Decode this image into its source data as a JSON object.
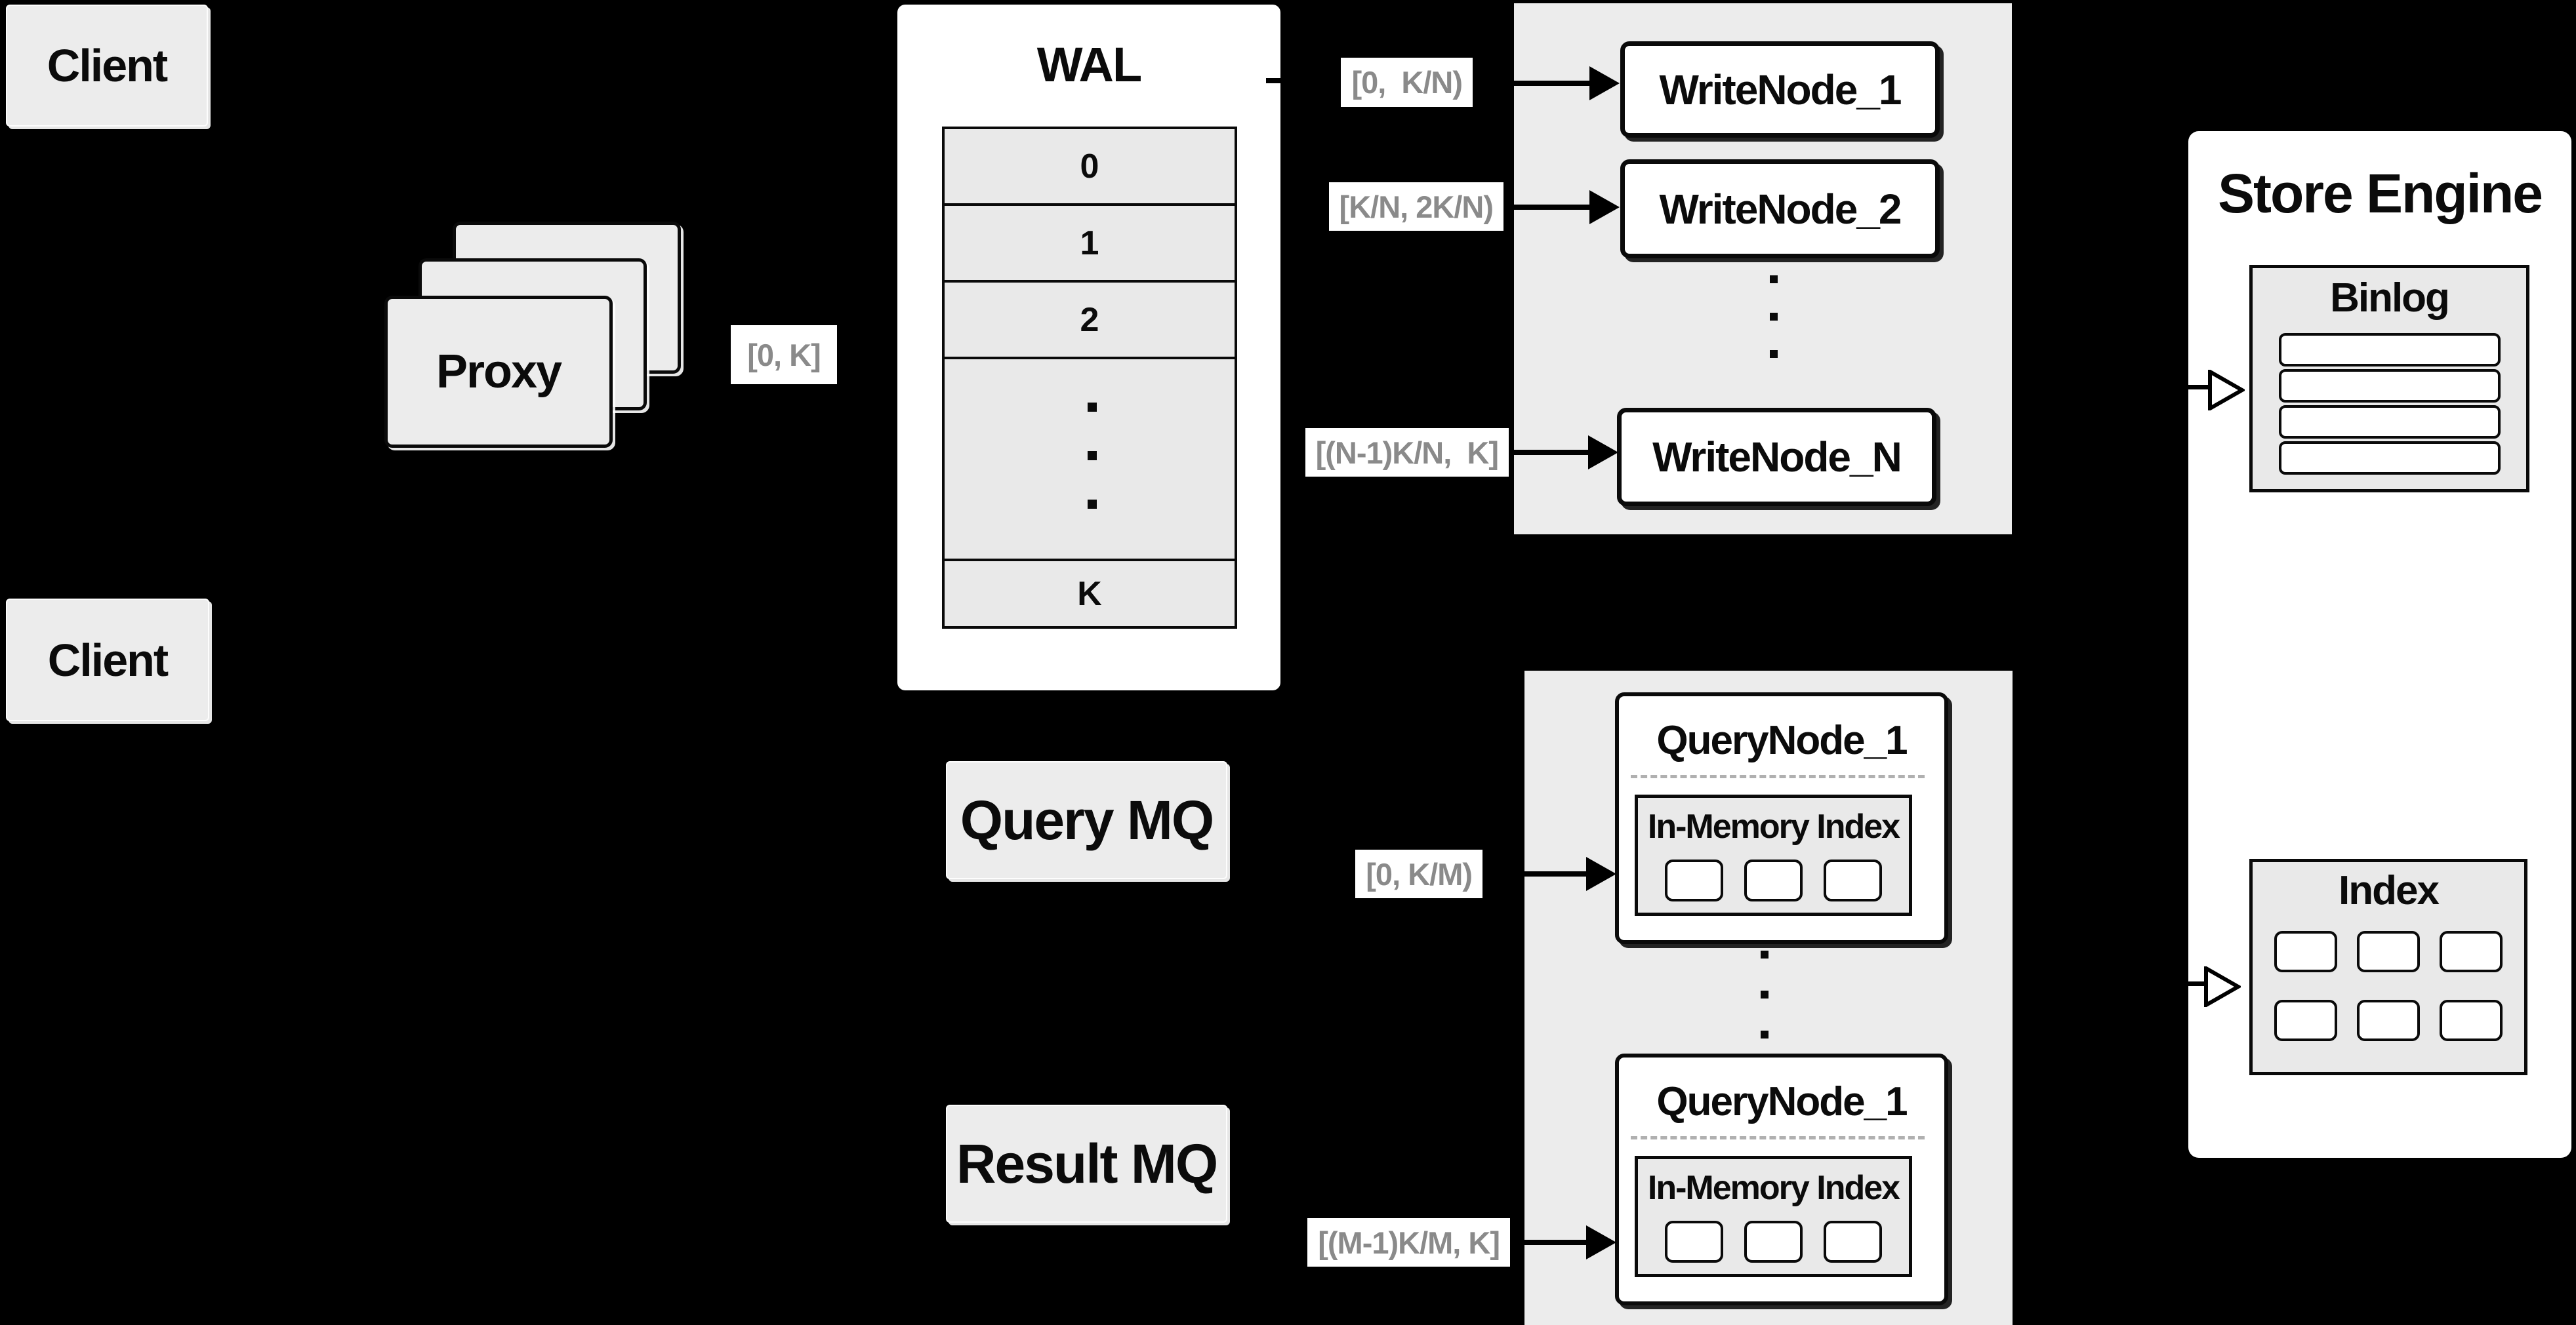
{
  "diagram": {
    "clients": {
      "top": "Client",
      "bottom": "Client"
    },
    "proxy": {
      "label": "Proxy"
    },
    "wal": {
      "title": "WAL",
      "rows": [
        "0",
        "1",
        "2"
      ],
      "last_row": "K"
    },
    "chips": {
      "proxy_to_wal": "[0, K]",
      "write_1": "[0,  K/N)",
      "write_2": "[K/N, 2K/N)",
      "write_n": "[(N-1)K/N,  K]",
      "query_top": "[0, K/M)",
      "query_bottom": "[(M-1)K/M, K]"
    },
    "write_nodes": {
      "node1": "WriteNode_1",
      "node2": "WriteNode_2",
      "nodeN": "WriteNode_N"
    },
    "mq": {
      "query": "Query MQ",
      "result": "Result MQ"
    },
    "query_nodes": {
      "top_title": "QueryNode_1",
      "bottom_title": "QueryNode_1",
      "index_label": "In-Memory Index"
    },
    "store": {
      "title": "Store Engine",
      "binlog": "Binlog",
      "index": "Index"
    },
    "colors": {
      "background": "#000000",
      "box_fill": "#ececec",
      "cell_fill": "#e9e9e9",
      "panel_fill": "#ffffff",
      "border": "#0a0a0a",
      "chip_text": "#8a8a8a",
      "dashed_line": "#b0b0b0"
    }
  }
}
